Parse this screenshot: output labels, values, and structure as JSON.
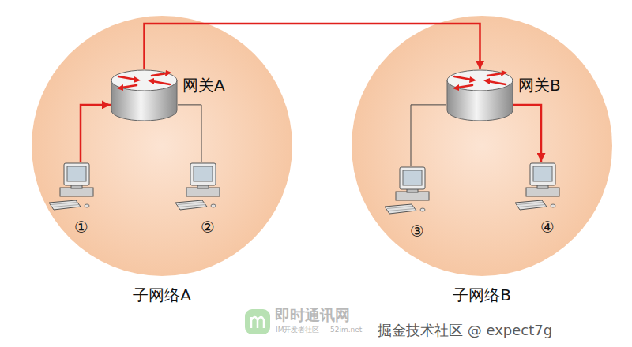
{
  "diagram": {
    "nodes": [
      {
        "text": [
          "子网络A"
        ]
      },
      {
        "text": [
          "网关A"
        ],
        "in": 0
      },
      {
        "text": [
          "①"
        ],
        "in": 0
      },
      {
        "text": [
          "②"
        ],
        "in": 0
      },
      {
        "text": [
          "子网络B"
        ]
      },
      {
        "text": [
          "网关B"
        ],
        "in": 4
      },
      {
        "text": [
          "③"
        ],
        "in": 4
      },
      {
        "text": [
          "④"
        ],
        "in": 4
      }
    ],
    "edges": [
      {
        "from": 2,
        "to": 1,
        "arrow": "to"
      },
      {
        "from": 1,
        "to": 3,
        "arrow": "none"
      },
      {
        "from": 1,
        "to": 5,
        "arrow": "to"
      },
      {
        "from": 5,
        "to": 6,
        "arrow": "none"
      },
      {
        "from": 5,
        "to": 7,
        "arrow": "to"
      }
    ],
    "labels": [
      "即时通讯网",
      "IM开发者社区",
      "52im.net",
      "掘金技术社区 @ expect7g"
    ]
  }
}
